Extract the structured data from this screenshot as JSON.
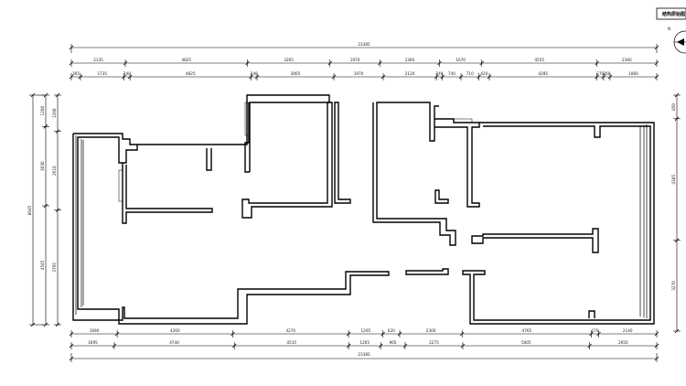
{
  "title_block": {
    "text": "结构原始图"
  },
  "dimensions": {
    "top_total": "23385",
    "top_row1": [
      "2135",
      "4825",
      "3265",
      "1970",
      "2360",
      "1670",
      "4555",
      "2360"
    ],
    "top_row2": [
      "365",
      "1735",
      "240",
      "4825",
      "240",
      "3065",
      "1970",
      "2120",
      "240",
      "740",
      "710",
      "420",
      "4285",
      "270",
      "260",
      "1860"
    ],
    "bottom_row1": [
      "1690",
      "4260",
      "4270",
      "1265",
      "620",
      "2300",
      "4765",
      "270",
      "2140"
    ],
    "bottom_row2": [
      "1695",
      "4740",
      "4510",
      "1265",
      "965",
      "2275",
      "5005",
      "2650"
    ],
    "bottom_total": "23385",
    "left_total": "8645",
    "left_row": [
      "1200",
      "3030",
      "4545"
    ],
    "left_row2": [
      "1200",
      "2610",
      "3795"
    ],
    "right_row": [
      "850",
      "4385",
      "3270"
    ]
  },
  "compass": {
    "label": "N"
  }
}
